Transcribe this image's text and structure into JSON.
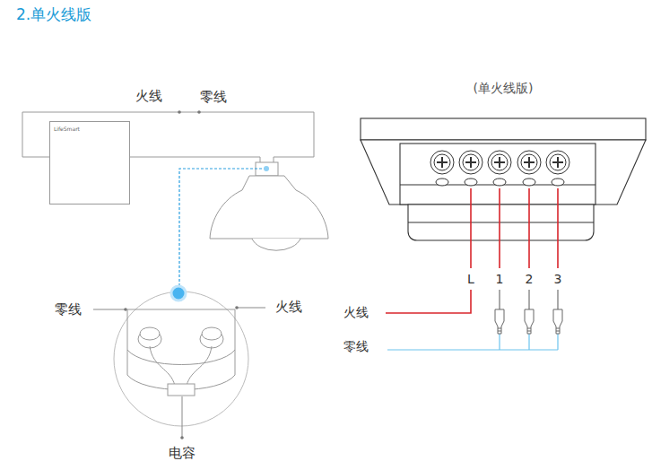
{
  "diagram": {
    "title": "2.单火线版",
    "nodes": [
      {
        "text": [
          "LifeSmart"
        ]
      },
      {
        "text": [
          "(单火线版)"
        ]
      }
    ],
    "labels": [
      "火线",
      "零线",
      "零线",
      "火线",
      "电容",
      "L",
      "1",
      "2",
      "3",
      "火线",
      "零线"
    ]
  }
}
